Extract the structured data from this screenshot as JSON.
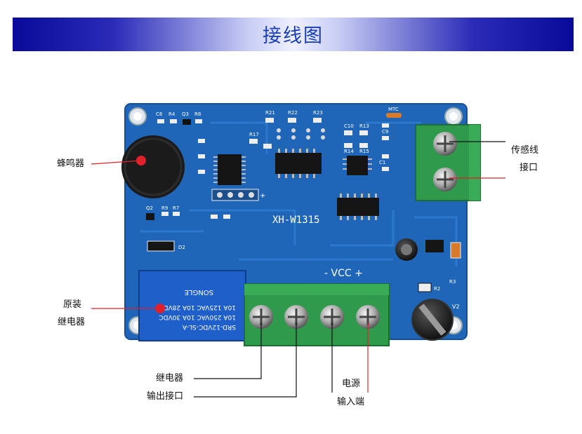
{
  "header": {
    "title": "接线图"
  },
  "board": {
    "model": "XH-W1315",
    "vcc_label": "- VCC +",
    "relay_text": [
      "SRD-12VDC-SL-A",
      "10A 250VAC  10A 30VDC",
      "10A 125VAC  10A 28VDC"
    ],
    "relay_brand": "SONGLE",
    "silk": {
      "c6": "C6",
      "r4": "R4",
      "q3": "Q3",
      "r8": "R8",
      "r21": "R21",
      "r22": "R22",
      "r23": "R23",
      "mtc": "MTC",
      "r17": "R17",
      "c10": "C10",
      "r13": "R13",
      "c9": "C9",
      "r14": "R14",
      "r15": "R15",
      "c1": "C1",
      "q2": "Q2",
      "r9": "R9",
      "r7": "R7",
      "d2": "D2",
      "r2": "R2",
      "r3": "R3",
      "v2": "V2",
      "plus": "+"
    }
  },
  "labels": {
    "buzzer": "蜂鸣器",
    "sensor_line1": "传感线",
    "sensor_line2": "接口",
    "relay_orig1": "原装",
    "relay_orig2": "继电器",
    "relay_out1": "继电器",
    "relay_out2": "输出接口",
    "power1": "电源",
    "power2": "输入端"
  },
  "colors": {
    "banner_dark": "#0a0a9a",
    "title": "#1a3fb5",
    "pcb": "#1f66b8",
    "terminal": "#2f9a4c",
    "relay": "#1f5fc9",
    "pointer_red": "#e0202a"
  }
}
